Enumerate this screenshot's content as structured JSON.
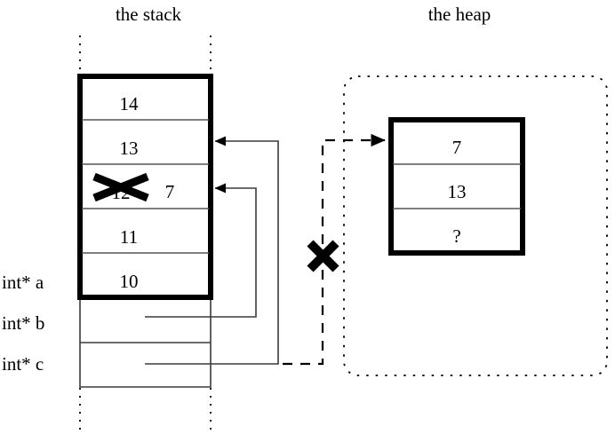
{
  "figure": {
    "stack_title": "the stack",
    "heap_title": "the heap"
  },
  "stack": {
    "cells": [
      {
        "value": "14"
      },
      {
        "value": "13"
      },
      {
        "value": "12",
        "struck": true,
        "replacement": "7"
      },
      {
        "value": "11"
      },
      {
        "value": "10"
      }
    ],
    "pointer_labels": [
      {
        "name": "int* a",
        "label": "int* a"
      },
      {
        "name": "int* b",
        "label": "int* b"
      },
      {
        "name": "int* c",
        "label": "int* c"
      }
    ]
  },
  "heap": {
    "block_cells": [
      {
        "value": "7"
      },
      {
        "value": "13"
      },
      {
        "value": "?"
      }
    ]
  },
  "annotations": {
    "invalid_pointer_cross": "X",
    "struck_value_cross": "X"
  },
  "colors": {
    "ink": "#000000",
    "thin_rule": "#3a3a3a",
    "cell_separator": "#555555",
    "background": "#ffffff"
  }
}
